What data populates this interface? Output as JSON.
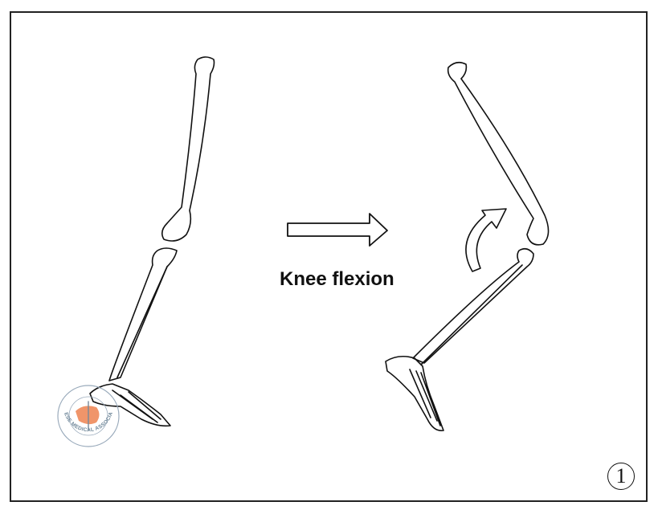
{
  "caption": "Knee flexion",
  "panel_number": "1",
  "watermark": {
    "text": "CHINESE MEDICAL ASSOCIATION",
    "color": "#f0956a"
  },
  "colors": {
    "stroke": "#111111",
    "background": "#ffffff"
  }
}
